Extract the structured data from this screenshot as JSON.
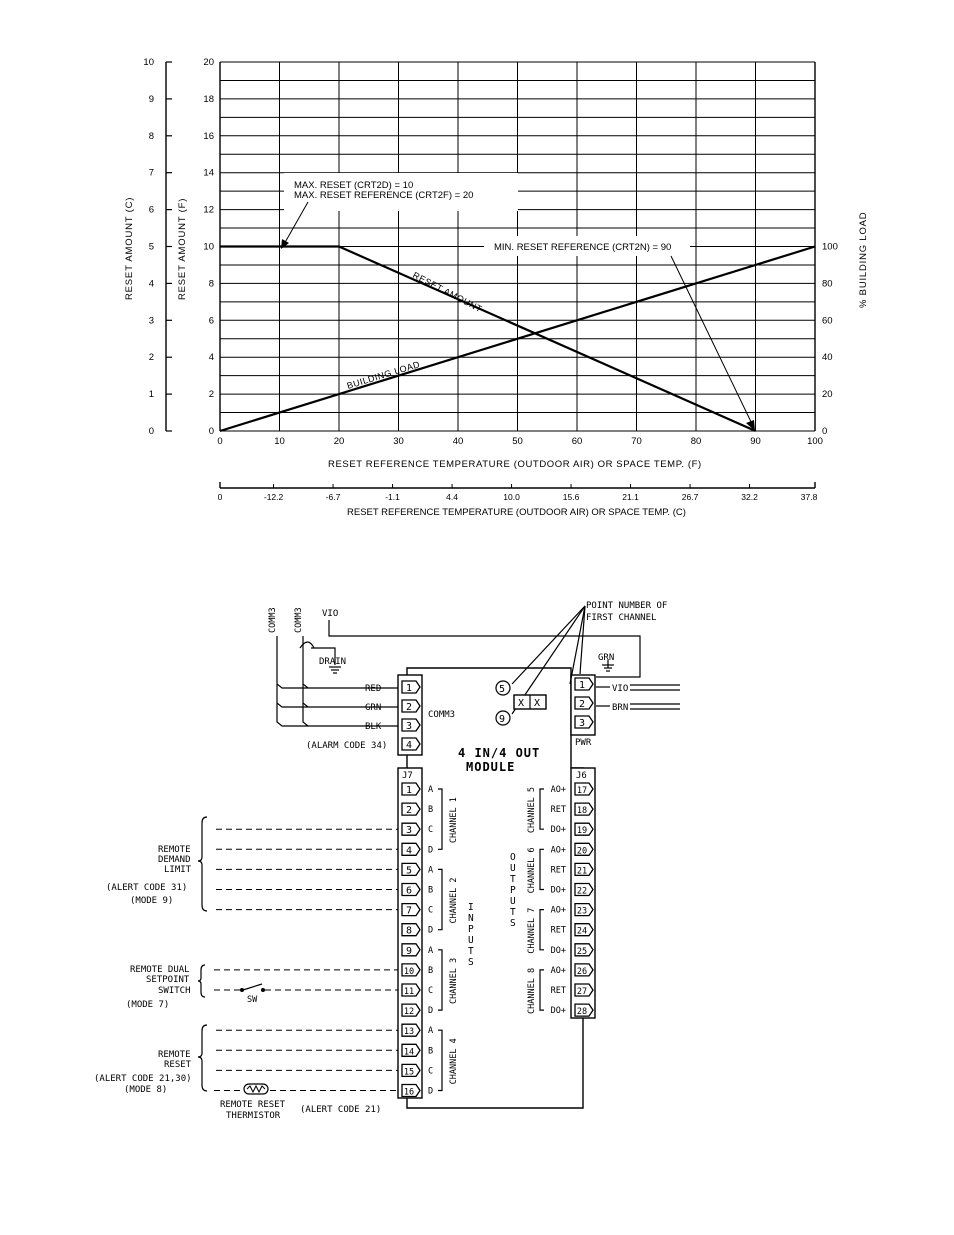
{
  "chart_data": {
    "type": "line",
    "x": [
      0,
      10,
      20,
      30,
      40,
      50,
      60,
      70,
      80,
      90,
      100
    ],
    "xlabel": "RESET REFERENCE TEMPERATURE (OUTDOOR AIR) OR SPACE TEMP. (F)",
    "xlabel2": "RESET REFERENCE TEMPERATURE (OUTDOOR AIR) OR SPACE TEMP. (C)",
    "x2_ticks": [
      "0",
      "-12.2",
      "-6.7",
      "-1.1",
      "4.4",
      "10.0",
      "15.6",
      "21.1",
      "26.7",
      "32.2",
      "37.8"
    ],
    "ylabel_f": "RESET AMOUNT (F)",
    "ylabel_c": "RESET AMOUNT (C)",
    "ylabel_right": "% BUILDING LOAD",
    "yf_ticks": [
      "0",
      "2",
      "4",
      "6",
      "8",
      "10",
      "12",
      "14",
      "16",
      "18",
      "20"
    ],
    "yc_ticks": [
      "0",
      "1",
      "2",
      "3",
      "4",
      "5",
      "6",
      "7",
      "8",
      "9",
      "10"
    ],
    "yr_ticks": [
      "0",
      "20",
      "40",
      "60",
      "80",
      "100"
    ],
    "ylim": [
      0,
      20
    ],
    "series": [
      {
        "name": "RESET AMOUNT",
        "points": [
          [
            0,
            10
          ],
          [
            20,
            10
          ],
          [
            90,
            0
          ]
        ]
      },
      {
        "name": "BUILDING LOAD",
        "points": [
          [
            0,
            0
          ],
          [
            100,
            100
          ]
        ]
      }
    ],
    "annotations": {
      "max_reset": "MAX. RESET (CRT2D) = 10",
      "max_reset_ref": "MAX. RESET REFERENCE (CRT2F) = 20",
      "min_reset_ref": "MIN. RESET REFERENCE (CRT2N) = 90"
    }
  },
  "wiring": {
    "comm3_left": "COMM3",
    "comm3_right": "COMM3",
    "vio_top": "VIO",
    "drain": "DRAIN",
    "grn": "GRN",
    "point_note_1": "POINT NUMBER OF",
    "point_note_2": "FIRST CHANNEL",
    "ref_5": "5",
    "ref_9": "9",
    "x1": "X",
    "x2": "X",
    "comm_wires": [
      "RED",
      "GRN",
      "BLK"
    ],
    "comm_pins": [
      "1",
      "2",
      "3",
      "4"
    ],
    "comm3_label": "COMM3",
    "alarm_code": "(ALARM CODE 34)",
    "pwr_pins": [
      "1",
      "2",
      "3"
    ],
    "pwr_wires": [
      "VIO",
      "BRN"
    ],
    "pwr_label": "PWR",
    "module_line1": "4 IN/4 OUT",
    "module_line2": "MODULE",
    "j7": "J7",
    "j6": "J6",
    "input_pins": [
      "1",
      "2",
      "3",
      "4",
      "5",
      "6",
      "7",
      "8",
      "9",
      "10",
      "11",
      "12",
      "13",
      "14",
      "15",
      "16"
    ],
    "input_letters": [
      "A",
      "B",
      "C",
      "D",
      "A",
      "B",
      "C",
      "D",
      "A",
      "B",
      "C",
      "D",
      "A",
      "B",
      "C",
      "D"
    ],
    "input_channels": [
      "CHANNEL 1",
      "CHANNEL 2",
      "CHANNEL 3",
      "CHANNEL 4"
    ],
    "inputs_label": "INPUTS",
    "outputs_label": "OUTPUTS",
    "output_pins": [
      "17",
      "18",
      "19",
      "20",
      "21",
      "22",
      "23",
      "24",
      "25",
      "26",
      "27",
      "28"
    ],
    "output_letters": [
      "AO+",
      "RET",
      "DO+",
      "AO+",
      "RET",
      "DO+",
      "AO+",
      "RET",
      "DO+",
      "AO+",
      "RET",
      "DO+"
    ],
    "output_channels": [
      "CHANNEL 5",
      "CHANNEL 6",
      "CHANNEL 7",
      "CHANNEL 8"
    ],
    "demand_1": "REMOTE",
    "demand_2": "DEMAND",
    "demand_3": "LIMIT",
    "demand_4": "(ALERT CODE 31)",
    "demand_5": "(MODE 9)",
    "dual_1": "REMOTE DUAL",
    "dual_2": "SETPOINT",
    "dual_3": "SWITCH",
    "dual_4": "(MODE 7)",
    "sw": "SW",
    "reset_1": "REMOTE",
    "reset_2": "RESET",
    "reset_3": "(ALERT CODE 21,30)",
    "reset_4": "(MODE 8)",
    "therm_1": "REMOTE RESET",
    "therm_2": "THERMISTOR",
    "therm_alert": "(ALERT CODE 21)"
  }
}
